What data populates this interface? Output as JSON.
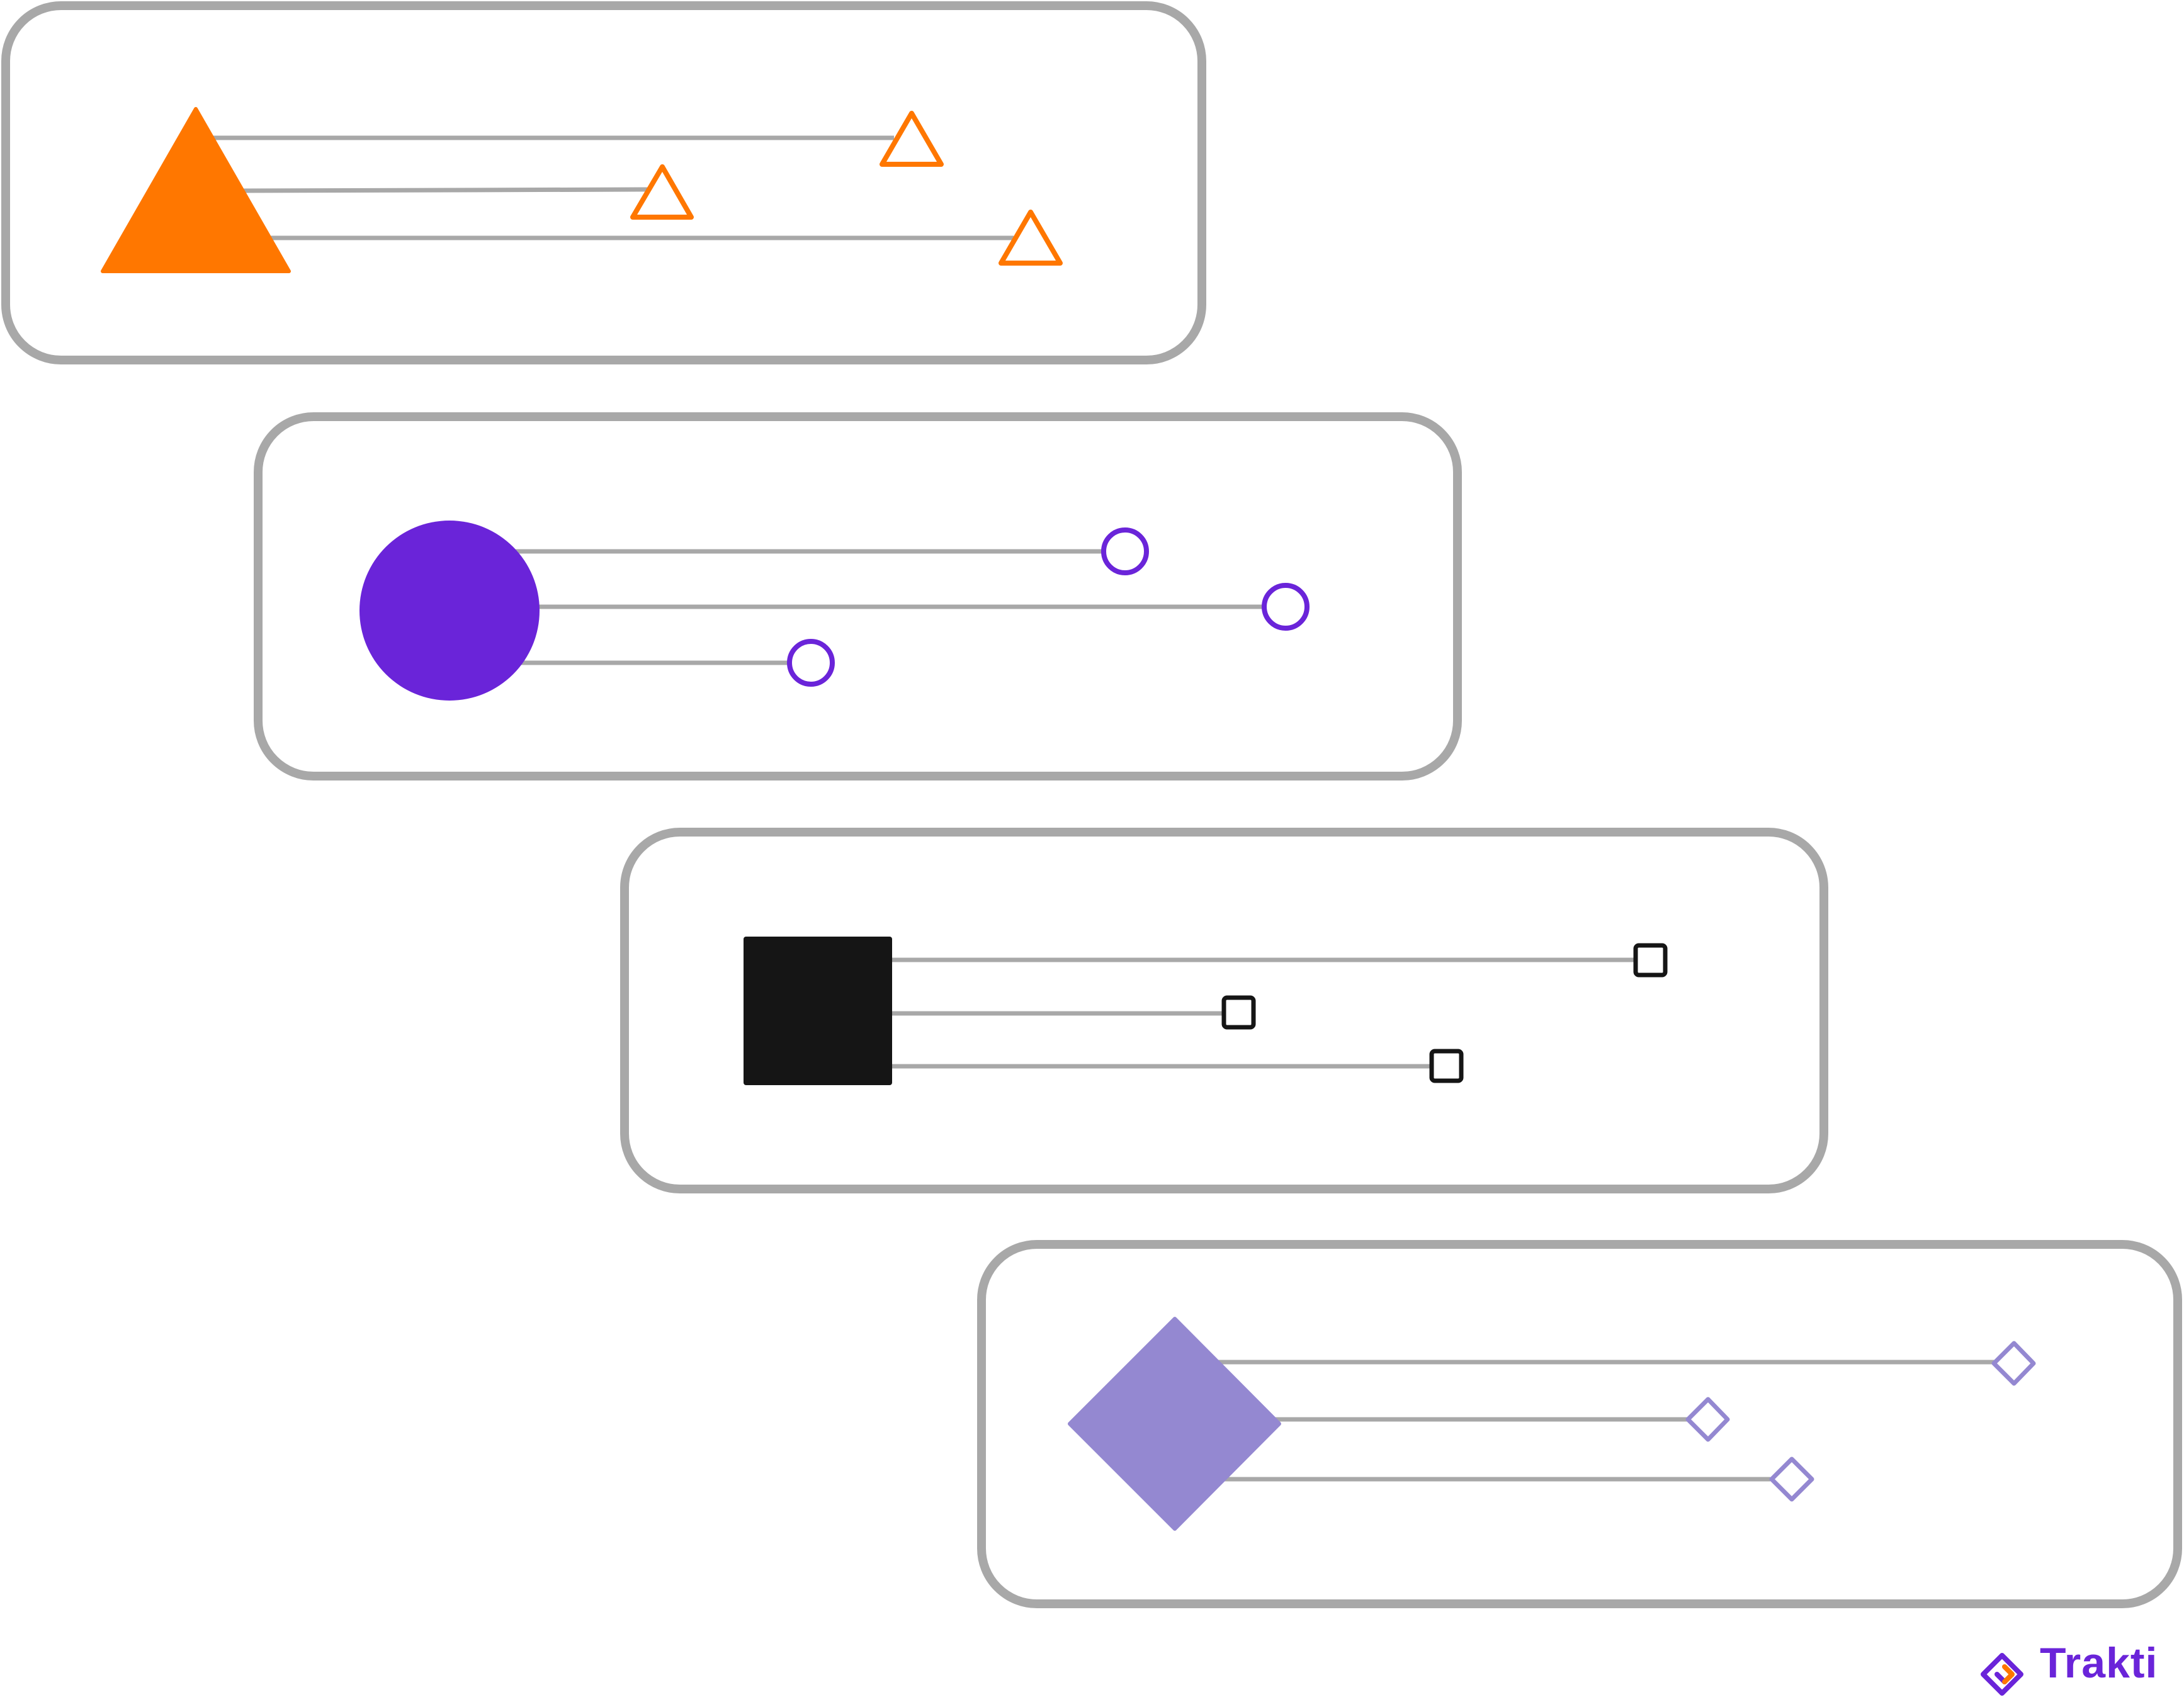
{
  "colors": {
    "frame": "#a8a8a8",
    "connector": "#a8a8a8",
    "triangle": "#ff7700",
    "circle": "#6a24d9",
    "square": "#151515",
    "diamond": "#9488d1",
    "logo_purple": "#6a24d9",
    "logo_orange": "#ff7700"
  },
  "groups": [
    {
      "shape": "triangle",
      "name": "triangle-group"
    },
    {
      "shape": "circle",
      "name": "circle-group"
    },
    {
      "shape": "square",
      "name": "square-group"
    },
    {
      "shape": "diamond",
      "name": "diamond-group"
    }
  ],
  "logo": {
    "text": "Trakti",
    "icon": "trakti-logo-icon"
  }
}
